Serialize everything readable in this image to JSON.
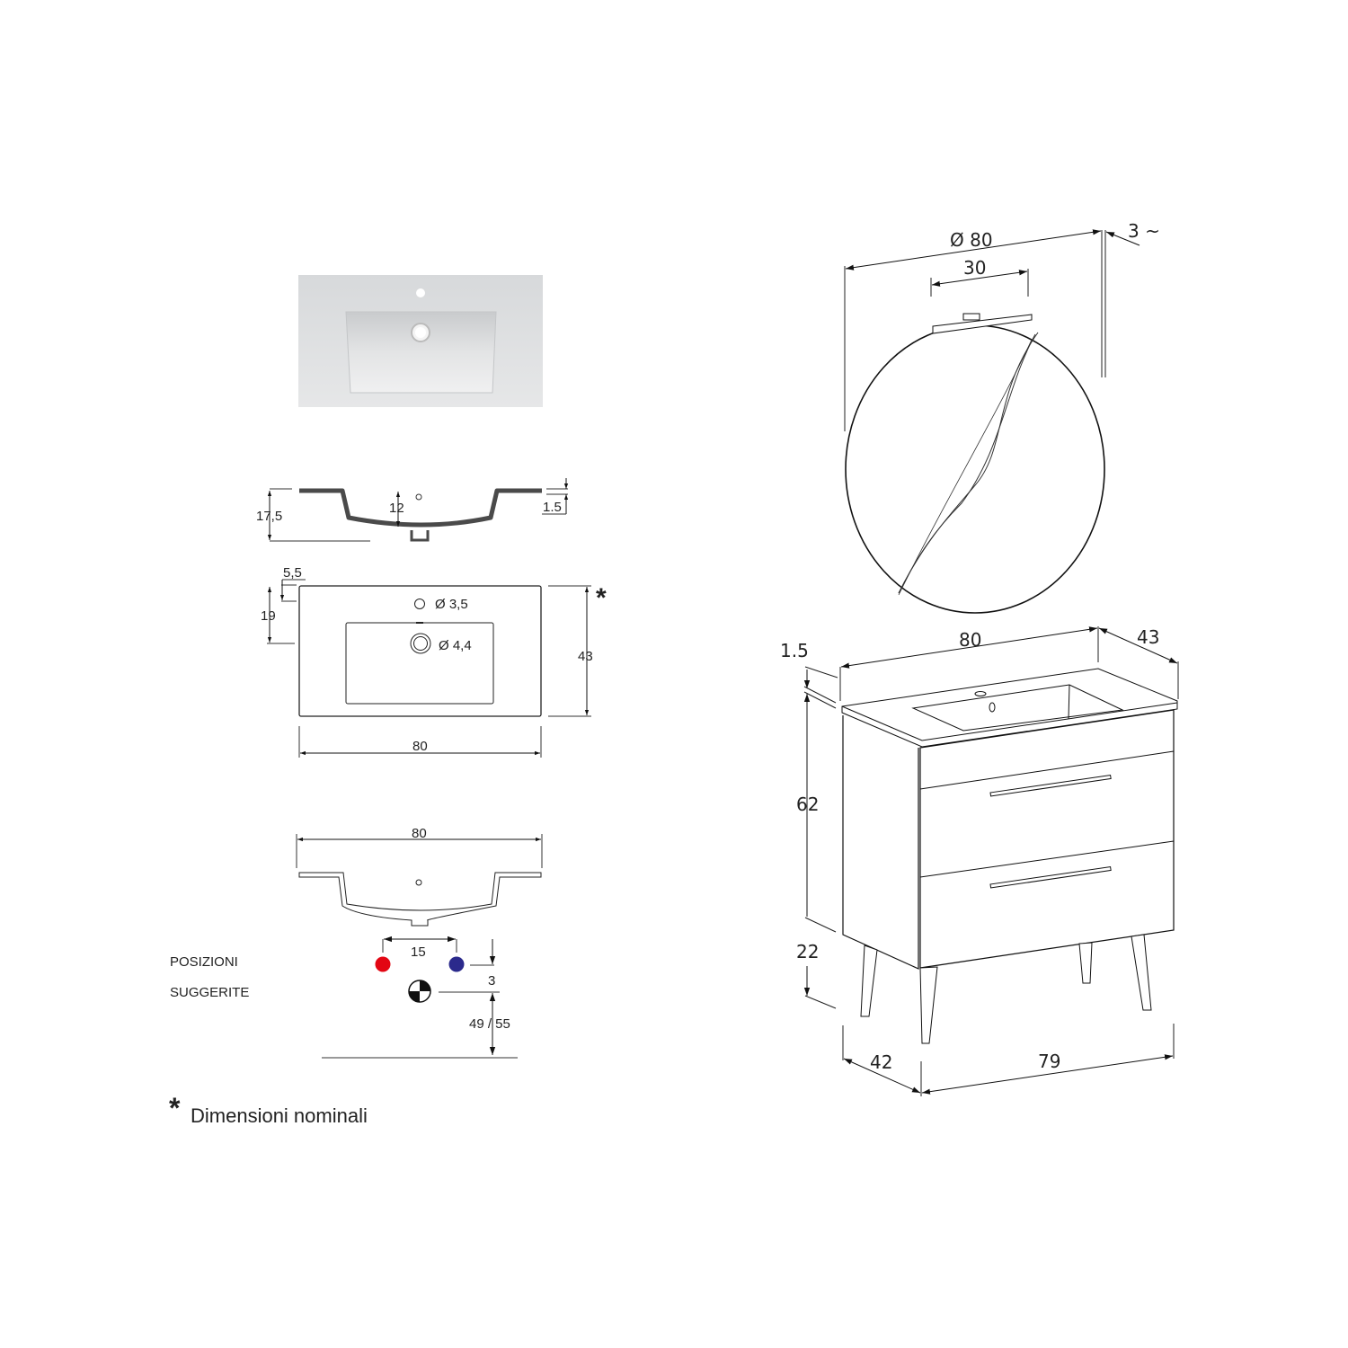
{
  "basin_photo": {
    "label": "washbasin-top-view-render"
  },
  "section_view": {
    "dims": {
      "total_height": "17,5",
      "bowl_depth": "12",
      "rim_thickness": "1.5"
    }
  },
  "plan_view": {
    "dims": {
      "tap_offset": "5,5",
      "drain_offset": "19",
      "tap_hole": "Ø 3,5",
      "drain_hole": "Ø 4,4",
      "depth": "43",
      "width": "80"
    },
    "asterisk": "*"
  },
  "front_section": {
    "dims": {
      "width": "80",
      "tap_spacing": "15",
      "drain_offset": "3",
      "height": "49 / 55"
    },
    "label_line1": "POSIZIONI",
    "label_line2": "SUGGERITE",
    "colors": {
      "hot": "#e30613",
      "cold": "#2b2a8c"
    }
  },
  "footnote": {
    "asterisk": "*",
    "text": "Dimensioni nominali"
  },
  "mirror": {
    "dims": {
      "diameter": "Ø 80",
      "lamp_width": "30",
      "thickness": "3 ~"
    }
  },
  "cabinet": {
    "dims": {
      "top_thickness": "1.5",
      "width": "80",
      "depth": "43",
      "body_height": "62",
      "leg_height": "22",
      "body_depth": "42",
      "body_width": "79"
    }
  }
}
